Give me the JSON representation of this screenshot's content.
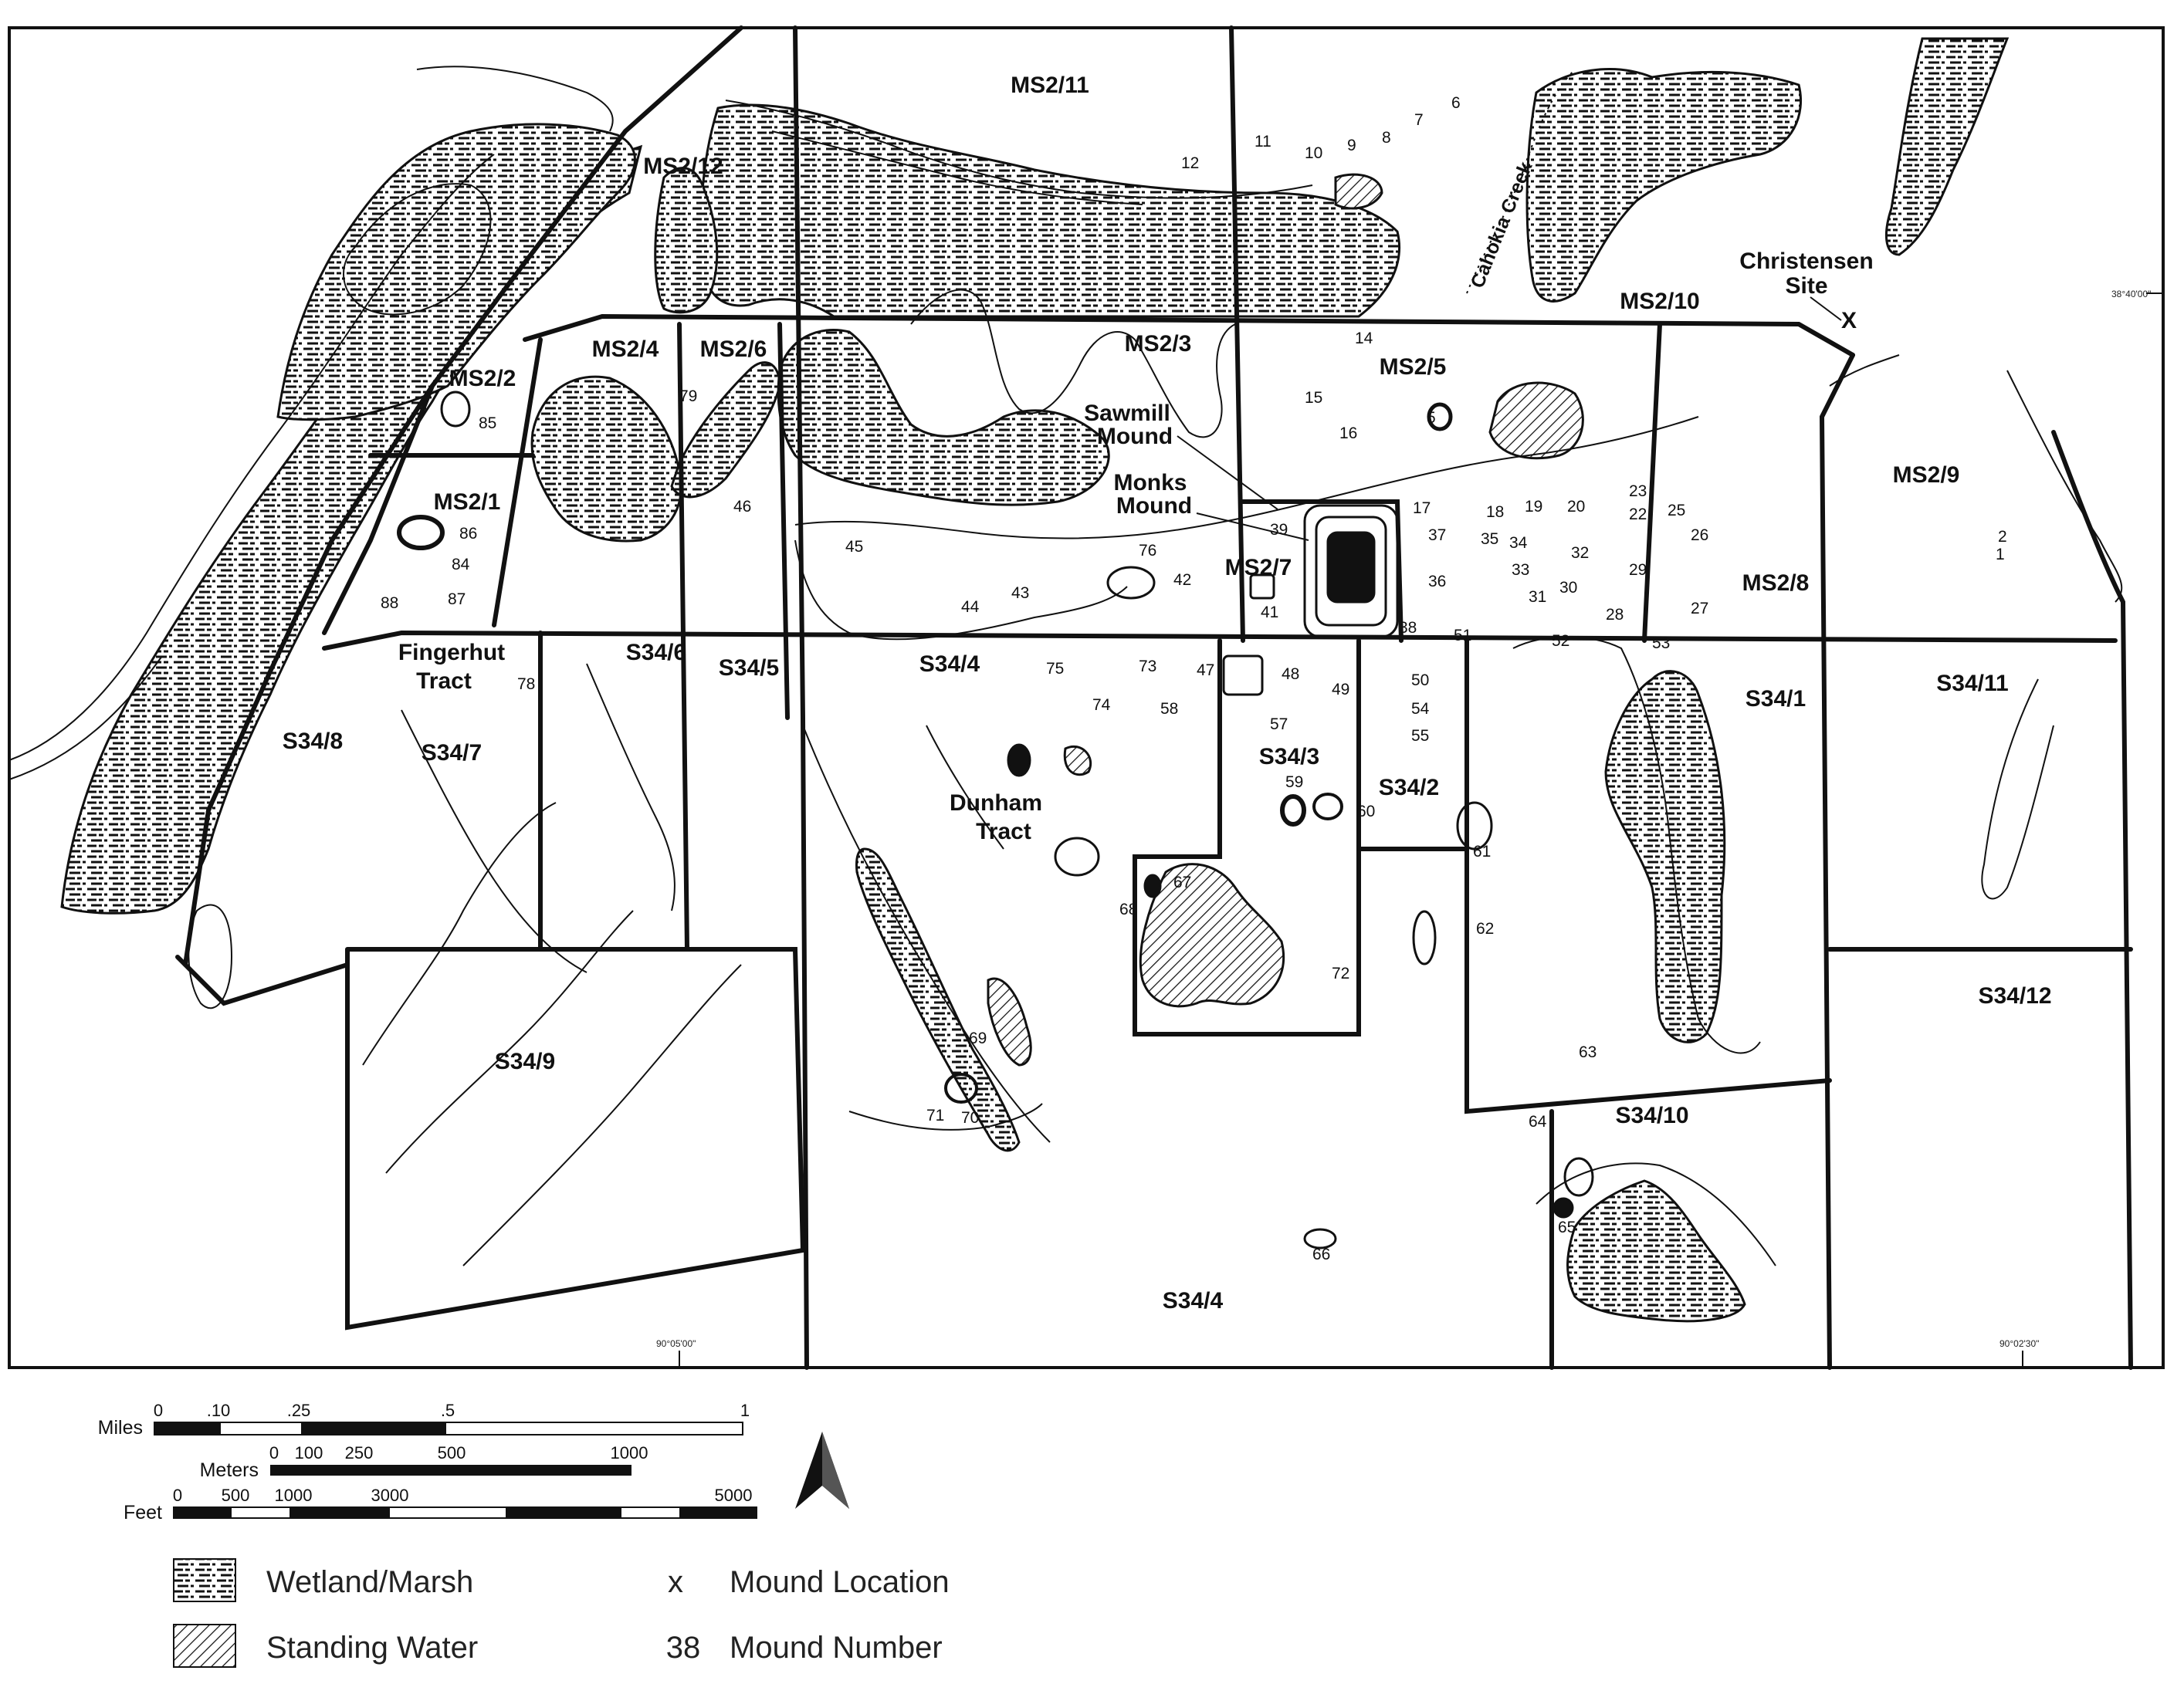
{
  "colors": {
    "ink": "#111111",
    "background": "#ffffff",
    "marsh_fill": "#ffffff",
    "marsh_dash": "#111111"
  },
  "map": {
    "sections": [
      {
        "id": "ms2-11",
        "label": "MS2/11"
      },
      {
        "id": "ms2-12",
        "label": "MS2/12"
      },
      {
        "id": "ms2-4",
        "label": "MS2/4"
      },
      {
        "id": "ms2-6",
        "label": "MS2/6"
      },
      {
        "id": "ms2-3",
        "label": "MS2/3"
      },
      {
        "id": "ms2-5",
        "label": "MS2/5"
      },
      {
        "id": "ms2-10",
        "label": "MS2/10"
      },
      {
        "id": "ms2-2",
        "label": "MS2/2"
      },
      {
        "id": "ms2-1",
        "label": "MS2/1"
      },
      {
        "id": "ms2-7",
        "label": "MS2/7"
      },
      {
        "id": "ms2-8",
        "label": "MS2/8"
      },
      {
        "id": "ms2-9",
        "label": "MS2/9"
      },
      {
        "id": "s34-8",
        "label": "S34/8"
      },
      {
        "id": "s34-7",
        "label": "S34/7"
      },
      {
        "id": "s34-6",
        "label": "S34/6"
      },
      {
        "id": "s34-5",
        "label": "S34/5"
      },
      {
        "id": "s34-4",
        "label": "S34/4"
      },
      {
        "id": "s34-3",
        "label": "S34/3"
      },
      {
        "id": "s34-2",
        "label": "S34/2"
      },
      {
        "id": "s34-1",
        "label": "S34/1"
      },
      {
        "id": "s34-11",
        "label": "S34/11"
      },
      {
        "id": "s34-12",
        "label": "S34/12"
      },
      {
        "id": "s34-10",
        "label": "S34/10"
      },
      {
        "id": "s34-9",
        "label": "S34/9"
      },
      {
        "id": "s34-4b",
        "label": "S34/4"
      }
    ],
    "place_names": [
      {
        "id": "fingerhut-1",
        "label": "Fingerhut"
      },
      {
        "id": "fingerhut-2",
        "label": "Tract"
      },
      {
        "id": "dunham-1",
        "label": "Dunham"
      },
      {
        "id": "dunham-2",
        "label": "Tract"
      },
      {
        "id": "sawmill-1",
        "label": "Sawmill"
      },
      {
        "id": "sawmill-2",
        "label": "Mound"
      },
      {
        "id": "monks-1",
        "label": "Monks"
      },
      {
        "id": "monks-2",
        "label": "Mound"
      },
      {
        "id": "christensen-1",
        "label": "Christensen"
      },
      {
        "id": "christensen-2",
        "label": "Site"
      },
      {
        "id": "christensen-x",
        "label": "X"
      }
    ],
    "creek_label": "Cahokia Creek",
    "coordinates": {
      "top_right": "38°40'00\"",
      "bottom_left": "90°05'00\"",
      "bottom_right": "90°02'30\""
    },
    "mound_numbers": [
      "1",
      "2",
      "5",
      "6",
      "7",
      "8",
      "9",
      "10",
      "11",
      "12",
      "14",
      "15",
      "16",
      "17",
      "18",
      "19",
      "20",
      "22",
      "23",
      "25",
      "26",
      "27",
      "28",
      "29",
      "30",
      "31",
      "32",
      "33",
      "34",
      "35",
      "36",
      "37",
      "38",
      "39",
      "41",
      "42",
      "43",
      "44",
      "45",
      "46",
      "47",
      "48",
      "49",
      "50",
      "51",
      "52",
      "53",
      "54",
      "55",
      "57",
      "58",
      "59",
      "60",
      "61",
      "62",
      "63",
      "64",
      "65",
      "66",
      "67",
      "68",
      "69",
      "70",
      "71",
      "72",
      "73",
      "74",
      "75",
      "76",
      "78",
      "79",
      "84",
      "85",
      "86",
      "87",
      "88"
    ]
  },
  "scale": {
    "miles": {
      "name": "Miles",
      "ticks": [
        "0",
        ".10",
        ".25",
        ".5",
        "1"
      ]
    },
    "meters": {
      "name": "Meters",
      "ticks": [
        "0",
        "100",
        "250",
        "500",
        "1000"
      ]
    },
    "feet": {
      "name": "Feet",
      "ticks": [
        "0",
        "500",
        "1000",
        "3000",
        "5000"
      ]
    }
  },
  "north_arrow": "north-arrow",
  "legend": {
    "wetland": "Wetland/Marsh",
    "standing_water": "Standing Water",
    "mound_symbol": "x",
    "mound_location": "Mound Location",
    "mound_number_sample": "38",
    "mound_number": "Mound Number"
  }
}
